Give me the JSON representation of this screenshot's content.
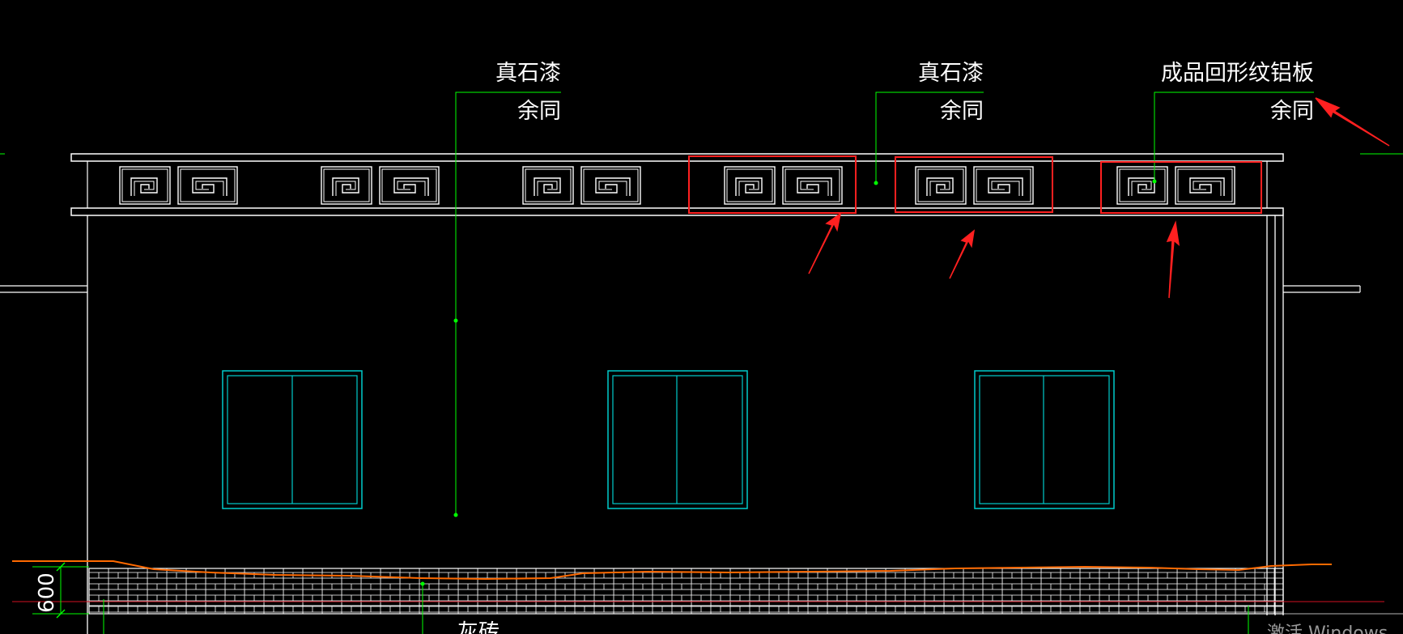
{
  "labels": {
    "label_1_main": "真石漆",
    "label_1_sub": "余同",
    "label_2_main": "真石漆",
    "label_2_sub": "余同",
    "label_3_main": "成品回形纹铝板",
    "label_3_sub": "余同",
    "base_label": "灰砖"
  },
  "dimension": {
    "plinth_height": "600"
  },
  "watermark": {
    "text": "激活 Windows"
  },
  "colors": {
    "background": "#000000",
    "lines": "#ffffff",
    "leader": "#00ff00",
    "window": "#00cccc",
    "ground": "#ff6a00",
    "annotation": "#ff2020"
  }
}
